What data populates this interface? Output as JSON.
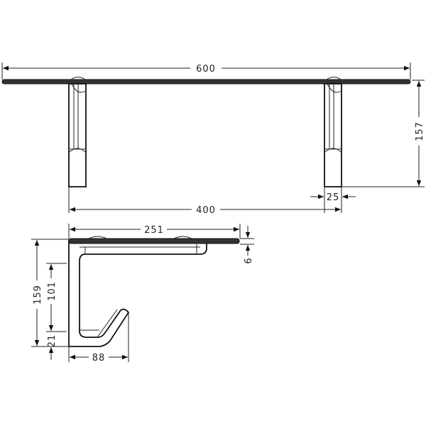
{
  "drawing": {
    "front_view": {
      "overall_width": "600",
      "bracket_spacing": "400",
      "bracket_width": "25",
      "overall_height": "157"
    },
    "side_view": {
      "shelf_depth": "251",
      "shelf_thickness": "6",
      "overall_height": "159",
      "hook_height": "101",
      "hook_bottom_offset": "21",
      "hook_projection": "88"
    }
  }
}
